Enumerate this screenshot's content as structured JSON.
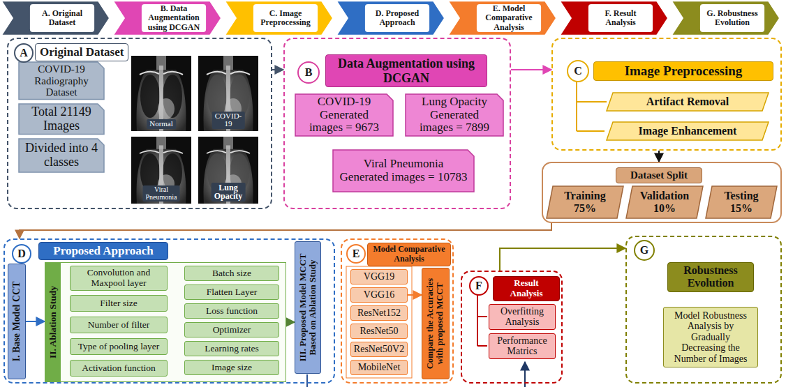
{
  "diagram": {
    "nodes": [
      {
        "text": [
          "A. Original Dataset"
        ]
      },
      {
        "text": [
          "B. Data Augmentation using DCGAN"
        ]
      },
      {
        "text": [
          "C. Image Preprocessing"
        ]
      },
      {
        "text": [
          "D. Proposed Approach"
        ]
      },
      {
        "text": [
          "E. Model Comparative Analysis"
        ]
      },
      {
        "text": [
          "F. Result Analysis"
        ]
      },
      {
        "text": [
          "G. Robustness Evolution"
        ]
      },
      {
        "text": [
          "A",
          "Original Dataset"
        ]
      },
      {
        "text": [
          "COVID-19 Radiography Dataset"
        ],
        "in": 7
      },
      {
        "text": [
          "Total 21149 Images"
        ],
        "in": 7
      },
      {
        "text": [
          "Divided into 4 classes"
        ],
        "in": 7
      },
      {
        "text": [
          "Normal"
        ],
        "in": 7
      },
      {
        "text": [
          "COVID-19"
        ],
        "in": 7
      },
      {
        "text": [
          "Viral Pneumonia"
        ],
        "in": 7
      },
      {
        "text": [
          "Lung Opacity"
        ],
        "in": 7
      },
      {
        "text": [
          "B",
          "Data Augmentation using DCGAN"
        ]
      },
      {
        "text": [
          "COVID-19 Generated images = 9673"
        ],
        "in": 15
      },
      {
        "text": [
          "Lung Opacity Generated images = 7899"
        ],
        "in": 15
      },
      {
        "text": [
          "Viral Pneumonia Generated images = 10783"
        ],
        "in": 15
      },
      {
        "text": [
          "C",
          "Image Preprocessing"
        ]
      },
      {
        "text": [
          "Artifact Removal"
        ],
        "in": 19
      },
      {
        "text": [
          "Image Enhancement"
        ],
        "in": 19
      },
      {
        "text": [
          "Dataset Split"
        ]
      },
      {
        "text": [
          "Training 75%"
        ],
        "in": 22
      },
      {
        "text": [
          "Validation 10%"
        ],
        "in": 22
      },
      {
        "text": [
          "Testing 15%"
        ],
        "in": 22
      },
      {
        "text": [
          "D",
          "Proposed Approach"
        ]
      },
      {
        "text": [
          "I. Base Model CCT"
        ],
        "in": 26
      },
      {
        "text": [
          "II. Ablation Study"
        ],
        "in": 26
      },
      {
        "text": [
          "Convolution and Maxpool layer"
        ],
        "in": 28
      },
      {
        "text": [
          "Filter size"
        ],
        "in": 28
      },
      {
        "text": [
          "Number of filter"
        ],
        "in": 28
      },
      {
        "text": [
          "Type of pooling layer"
        ],
        "in": 28
      },
      {
        "text": [
          "Activation function"
        ],
        "in": 28
      },
      {
        "text": [
          "Batch size"
        ],
        "in": 28
      },
      {
        "text": [
          "Flatten Layer"
        ],
        "in": 28
      },
      {
        "text": [
          "Loss function"
        ],
        "in": 28
      },
      {
        "text": [
          "Optimizer"
        ],
        "in": 28
      },
      {
        "text": [
          "Learning rates"
        ],
        "in": 28
      },
      {
        "text": [
          "Image size"
        ],
        "in": 28
      },
      {
        "text": [
          "III. Proposed Model MCCT Based on Ablation Study"
        ],
        "in": 26
      },
      {
        "text": [
          "E",
          "Model Comparative Analysis"
        ]
      },
      {
        "text": [
          "VGG19"
        ],
        "in": 41
      },
      {
        "text": [
          "VGG16"
        ],
        "in": 41
      },
      {
        "text": [
          "ResNet152"
        ],
        "in": 41
      },
      {
        "text": [
          "ResNet50"
        ],
        "in": 41
      },
      {
        "text": [
          "ResNet50V2"
        ],
        "in": 41
      },
      {
        "text": [
          "MobileNet"
        ],
        "in": 41
      },
      {
        "text": [
          "Compare the Accuracies with proposed MCCT"
        ],
        "in": 41
      },
      {
        "text": [
          "F",
          "Result Analysis"
        ]
      },
      {
        "text": [
          "Overfitting Analysis"
        ],
        "in": 49
      },
      {
        "text": [
          "Performance Matrics"
        ],
        "in": 49
      },
      {
        "text": [
          "G",
          "Robustness Evolution"
        ]
      },
      {
        "text": [
          "Model Robustness Analysis by Gradually Decreasing the Number of Images"
        ],
        "in": 52
      }
    ],
    "edges": [
      {
        "from": 7,
        "to": 15,
        "arrow": "to"
      },
      {
        "from": 15,
        "to": 19,
        "arrow": "to"
      },
      {
        "from": 19,
        "to": 22,
        "arrow": "to"
      },
      {
        "from": 22,
        "to": 26,
        "arrow": "to"
      },
      {
        "from": 27,
        "to": 28,
        "arrow": "to"
      },
      {
        "from": 28,
        "to": 40,
        "arrow": "to"
      },
      {
        "from": 43,
        "to": 48,
        "arrow": "to"
      },
      {
        "from": 49,
        "to": 52,
        "arrow": "to"
      }
    ]
  }
}
